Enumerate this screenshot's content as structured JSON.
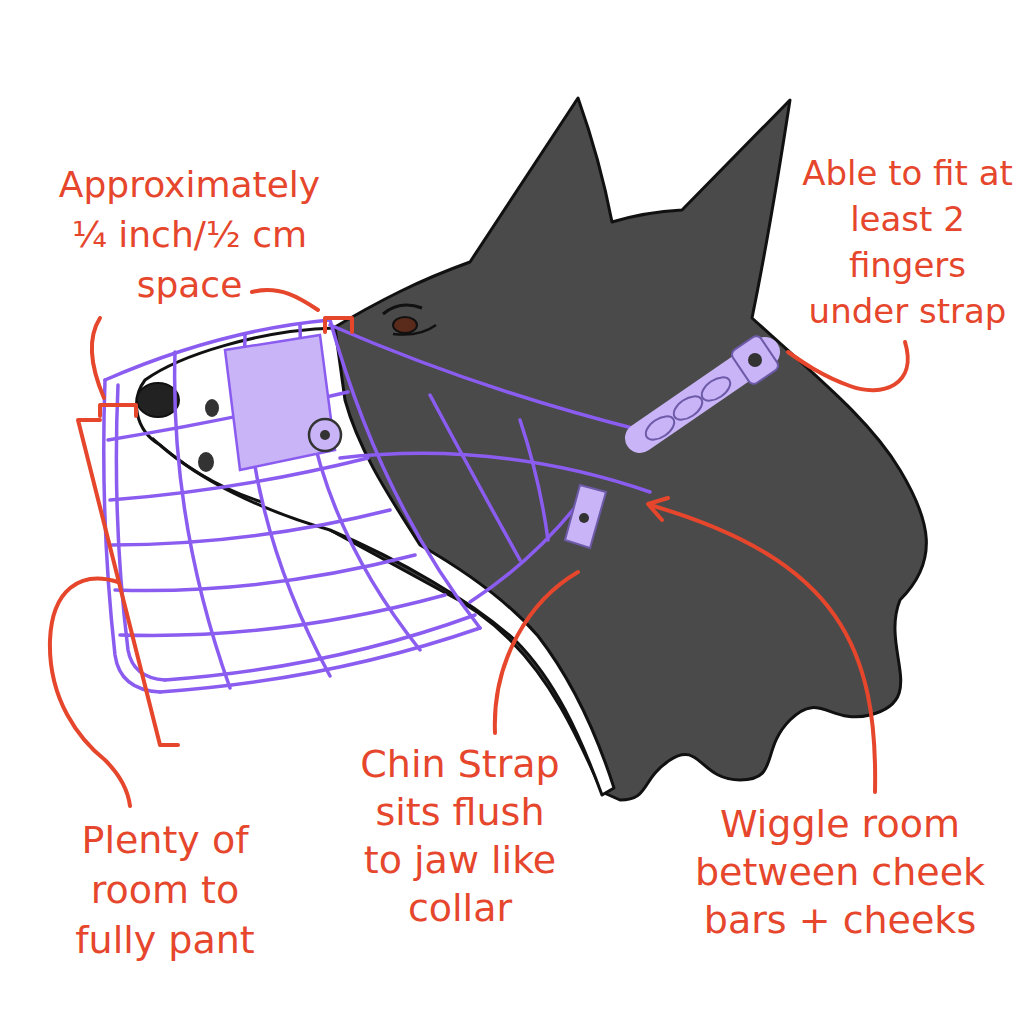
{
  "diagram": {
    "labels": [
      "Approximately ¼ inch/½ cm space",
      "Able to fit at least 2 fingers under strap",
      "Plenty of room to fully pant",
      "Chin Strap sits flush to jaw like collar",
      "Wiggle room between cheek bars + cheeks"
    ]
  }
}
